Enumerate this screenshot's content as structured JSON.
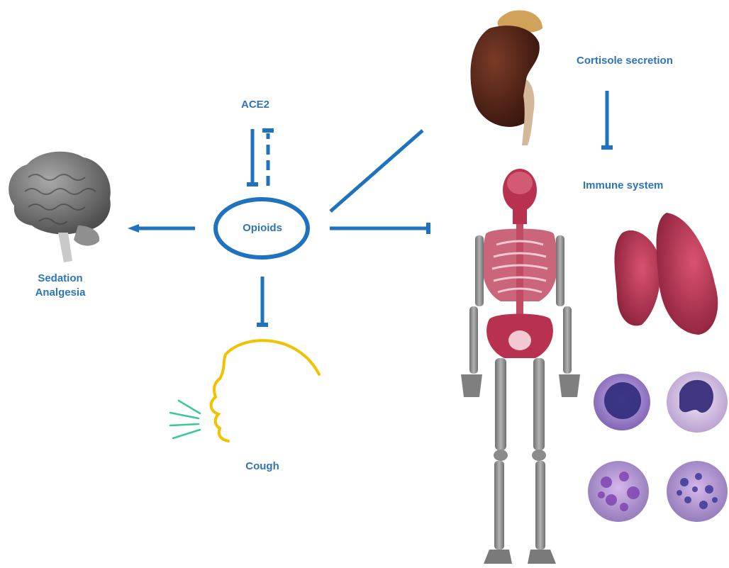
{
  "labels": {
    "center": "Opioids",
    "ace2": "ACE2",
    "sedation_line1": "Sedation",
    "sedation_line2": "Analgesia",
    "cough": "Cough",
    "cortisol": "Cortisole secretion",
    "immune": "Immune system"
  },
  "colors": {
    "arrow": "#1f72bf",
    "label": "#2e75b6",
    "cough_face": "#f2c200",
    "cough_lines": "#3cc79a",
    "brain": "#6f6f6f",
    "kidney": "#5a2a1c",
    "adrenal": "#d1a35a",
    "skeleton_gray": "#8a8a8a",
    "skeleton_red": "#b8324f",
    "thymus": "#b0304d",
    "cell_purple": "#5a3d9a"
  },
  "edges": [
    {
      "from": "Opioids",
      "to": "Sedation Analgesia",
      "type": "activation"
    },
    {
      "from": "ACE2",
      "to": "Opioids",
      "type": "inhibition"
    },
    {
      "from": "Opioids",
      "to": "ACE2",
      "type": "inhibition-dashed"
    },
    {
      "from": "Opioids",
      "to": "Cough",
      "type": "inhibition"
    },
    {
      "from": "Opioids",
      "to": "Immune system",
      "type": "inhibition"
    },
    {
      "from": "Opioids",
      "to": "Cortisole secretion",
      "type": "connection"
    },
    {
      "from": "Cortisole secretion",
      "to": "Immune system",
      "type": "inhibition"
    }
  ],
  "icons": [
    "brain-icon",
    "kidney-icon",
    "skeleton-icon",
    "thymus-icon",
    "blood-cells-icon",
    "cough-face-icon"
  ]
}
